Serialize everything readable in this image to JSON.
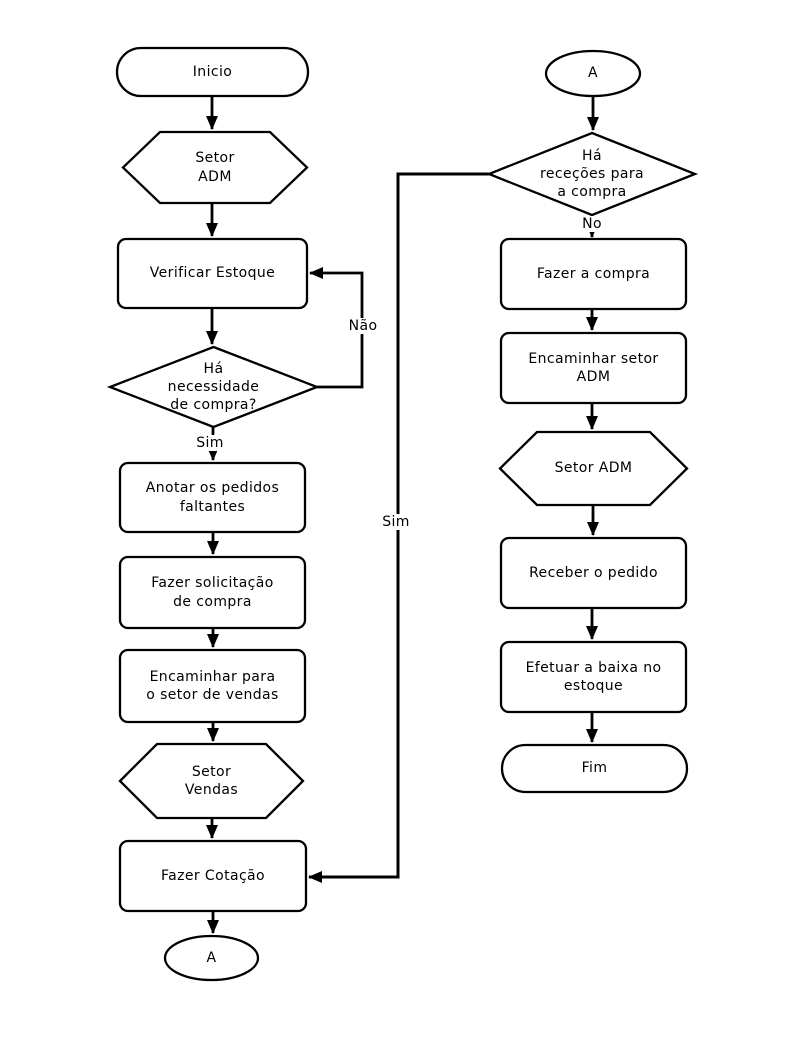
{
  "colors": {
    "stroke": "#000000",
    "fill": "#ffffff",
    "text": "#000000"
  },
  "nodes": {
    "inicio": {
      "type": "terminator",
      "label": "Inicio"
    },
    "setor_adm_1": {
      "type": "hexagon",
      "label": "Setor\nADM"
    },
    "verificar_estoque": {
      "type": "process",
      "label": "Verificar Estoque"
    },
    "ha_necessidade": {
      "type": "decision",
      "label": "Há\nnecessidade\nde compra?"
    },
    "anotar_pedidos": {
      "type": "process",
      "label": "Anotar os pedidos\nfaltantes"
    },
    "fazer_solicitacao": {
      "type": "process",
      "label": "Fazer solicitação\nde compra"
    },
    "encaminhar_vendas": {
      "type": "process",
      "label": "Encaminhar para\no setor de vendas"
    },
    "setor_vendas": {
      "type": "hexagon",
      "label": "Setor\nVendas"
    },
    "fazer_cotacao": {
      "type": "process",
      "label": "Fazer Cotação"
    },
    "connector_a_left": {
      "type": "connector",
      "label": "A"
    },
    "connector_a_right": {
      "type": "connector",
      "label": "A"
    },
    "ha_rececoes": {
      "type": "decision",
      "label": "Há\nreceções para\na compra"
    },
    "fazer_compra": {
      "type": "process",
      "label": "Fazer a compra"
    },
    "encaminhar_adm": {
      "type": "process",
      "label": "Encaminhar setor\nADM"
    },
    "setor_adm_2": {
      "type": "hexagon",
      "label": "Setor ADM"
    },
    "receber_pedido": {
      "type": "process",
      "label": "Receber o pedido"
    },
    "efetuar_baixa": {
      "type": "process",
      "label": "Efetuar a baixa no\nestoque"
    },
    "fim": {
      "type": "terminator",
      "label": "Fim"
    }
  },
  "edge_labels": {
    "nao": "Não",
    "sim_left": "Sim",
    "no": "No",
    "sim_long": "Sim"
  }
}
